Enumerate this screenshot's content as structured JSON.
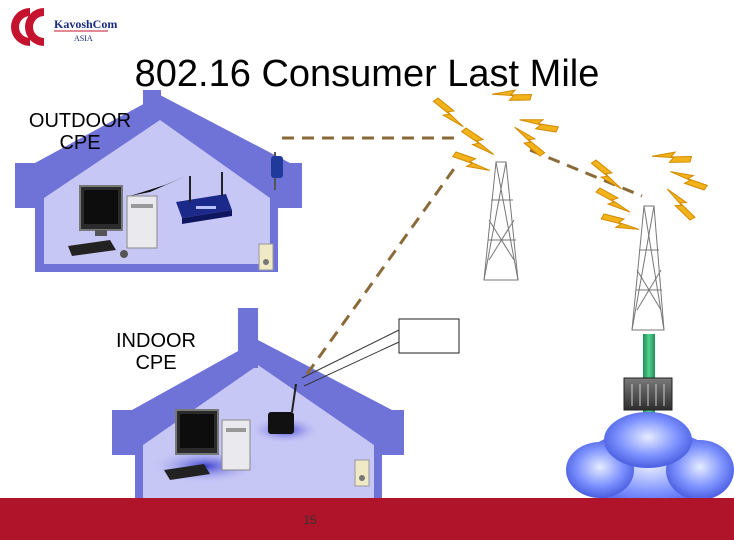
{
  "title": "802.16 Consumer Last Mile",
  "logo": {
    "name": "KavoshCom",
    "sub": "ASIA"
  },
  "labels": {
    "outdoor_line1": "OUTDOOR",
    "outdoor_line2": "CPE",
    "indoor_line1": "INDOOR",
    "indoor_line2": "CPE"
  },
  "footer": {
    "page_number": "15"
  },
  "colors": {
    "house_fill": "#c7c7f6",
    "house_outline": "#6f72d6",
    "dashed_link": "#8b6a3a",
    "lightning": "#f2b21a",
    "footer_bar": "#b0142a",
    "cloud": "#5b6fe8",
    "pole": "#2aa86a"
  }
}
